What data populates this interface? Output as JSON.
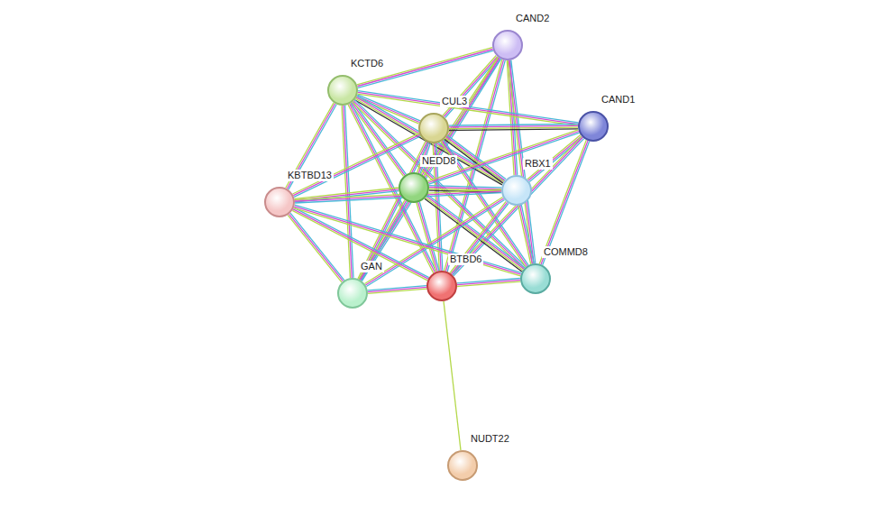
{
  "diagram": {
    "nodes": [
      {
        "text": [
          "CAND2"
        ]
      },
      {
        "text": [
          "KCTD6"
        ]
      },
      {
        "text": [
          "CUL3"
        ]
      },
      {
        "text": [
          "CAND1"
        ]
      },
      {
        "text": [
          "NEDD8"
        ]
      },
      {
        "text": [
          "RBX1"
        ]
      },
      {
        "text": [
          "KBTBD13"
        ]
      },
      {
        "text": [
          "GAN"
        ]
      },
      {
        "text": [
          "BTBD6"
        ]
      },
      {
        "text": [
          "COMMD8"
        ]
      },
      {
        "text": [
          "NUDT22"
        ]
      }
    ],
    "edges": [
      {
        "from": 0,
        "to": 1,
        "arrow": "none"
      },
      {
        "from": 0,
        "to": 2,
        "arrow": "none"
      },
      {
        "from": 0,
        "to": 4,
        "arrow": "none"
      },
      {
        "from": 0,
        "to": 5,
        "arrow": "none"
      },
      {
        "from": 0,
        "to": 9,
        "arrow": "none"
      },
      {
        "from": 0,
        "to": 8,
        "arrow": "none"
      },
      {
        "from": 0,
        "to": 7,
        "arrow": "none"
      },
      {
        "from": 1,
        "to": 2,
        "arrow": "none"
      },
      {
        "from": 1,
        "to": 3,
        "arrow": "none"
      },
      {
        "from": 1,
        "to": 4,
        "arrow": "none"
      },
      {
        "from": 1,
        "to": 5,
        "arrow": "none"
      },
      {
        "from": 1,
        "to": 6,
        "arrow": "none"
      },
      {
        "from": 1,
        "to": 7,
        "arrow": "none"
      },
      {
        "from": 1,
        "to": 8,
        "arrow": "none"
      },
      {
        "from": 1,
        "to": 9,
        "arrow": "none"
      },
      {
        "from": 2,
        "to": 3,
        "arrow": "none"
      },
      {
        "from": 2,
        "to": 4,
        "arrow": "none"
      },
      {
        "from": 2,
        "to": 5,
        "arrow": "none"
      },
      {
        "from": 2,
        "to": 6,
        "arrow": "none"
      },
      {
        "from": 2,
        "to": 7,
        "arrow": "none"
      },
      {
        "from": 2,
        "to": 8,
        "arrow": "none"
      },
      {
        "from": 2,
        "to": 9,
        "arrow": "none"
      },
      {
        "from": 3,
        "to": 4,
        "arrow": "none"
      },
      {
        "from": 3,
        "to": 5,
        "arrow": "none"
      },
      {
        "from": 3,
        "to": 9,
        "arrow": "none"
      },
      {
        "from": 3,
        "to": 8,
        "arrow": "none"
      },
      {
        "from": 4,
        "to": 5,
        "arrow": "none"
      },
      {
        "from": 4,
        "to": 6,
        "arrow": "none"
      },
      {
        "from": 4,
        "to": 7,
        "arrow": "none"
      },
      {
        "from": 4,
        "to": 8,
        "arrow": "none"
      },
      {
        "from": 4,
        "to": 9,
        "arrow": "none"
      },
      {
        "from": 5,
        "to": 6,
        "arrow": "none"
      },
      {
        "from": 5,
        "to": 7,
        "arrow": "none"
      },
      {
        "from": 5,
        "to": 8,
        "arrow": "none"
      },
      {
        "from": 5,
        "to": 9,
        "arrow": "none"
      },
      {
        "from": 6,
        "to": 7,
        "arrow": "none"
      },
      {
        "from": 6,
        "to": 8,
        "arrow": "none"
      },
      {
        "from": 6,
        "to": 9,
        "arrow": "none"
      },
      {
        "from": 7,
        "to": 8,
        "arrow": "none"
      },
      {
        "from": 8,
        "to": 9,
        "arrow": "none"
      },
      {
        "from": 8,
        "to": 10,
        "arrow": "none"
      }
    ]
  }
}
